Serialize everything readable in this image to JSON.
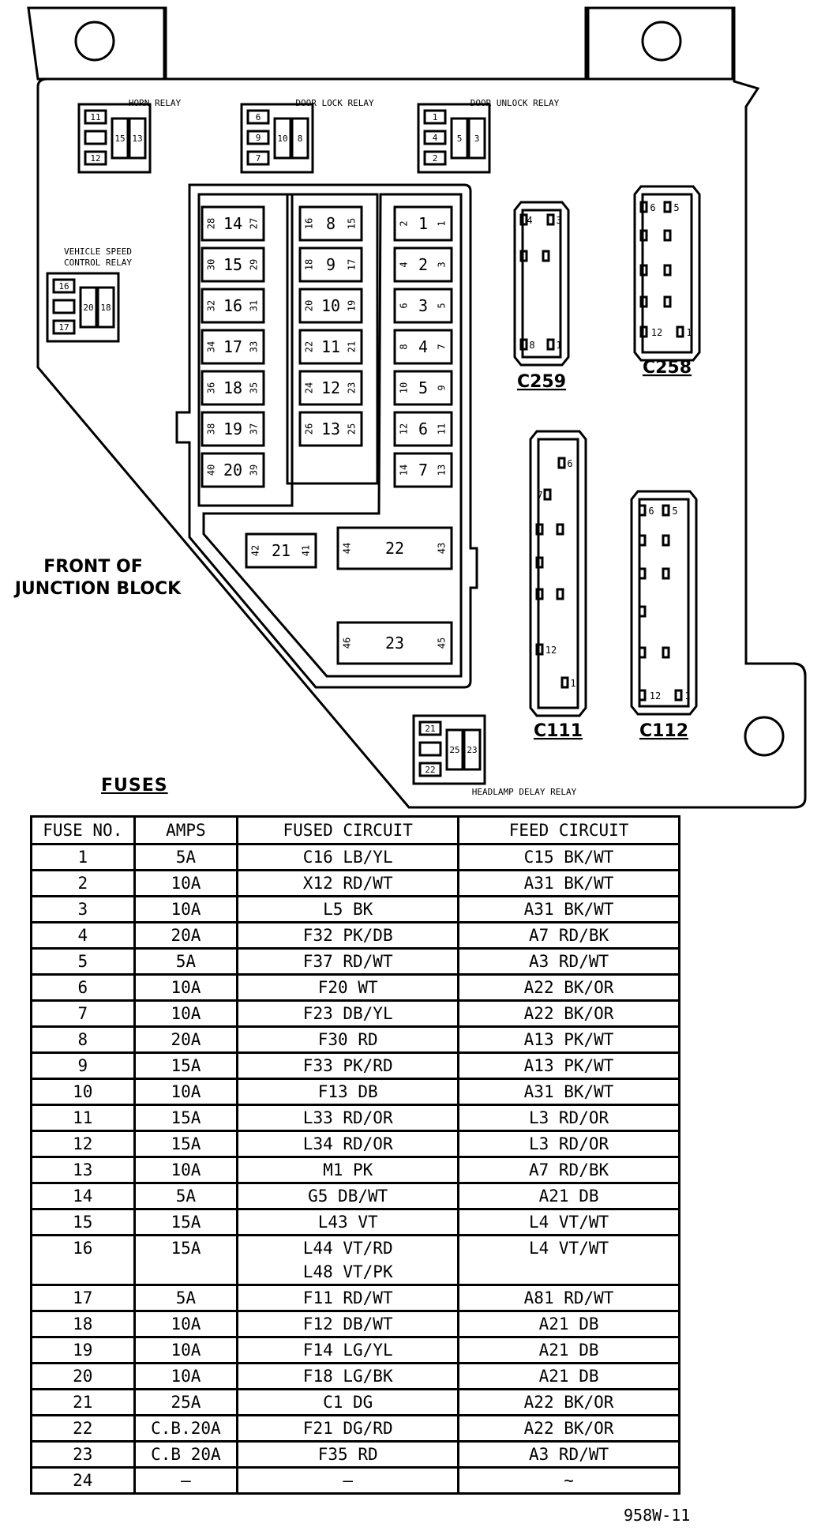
{
  "diagram": {
    "relays": {
      "horn": {
        "label": "HORN RELAY",
        "pins": [
          "11",
          "12",
          "15",
          "13"
        ]
      },
      "door_lock": {
        "label": "DOOR LOCK RELAY",
        "pins": [
          "6",
          "9",
          "7",
          "10",
          "8"
        ]
      },
      "door_unlock": {
        "label": "DOOR UNLOCK RELAY",
        "pins": [
          "1",
          "4",
          "2",
          "5",
          "3"
        ]
      },
      "vehicle_speed_line1": "VEHICLE SPEED",
      "vehicle_speed_line2": "CONTROL RELAY",
      "vehicle_speed_pins": [
        "16",
        "17",
        "20",
        "18"
      ],
      "headlamp_delay": {
        "label": "HEADLAMP DELAY RELAY",
        "pins": [
          "21",
          "22",
          "25",
          "23"
        ]
      }
    },
    "front_label_line1": "FRONT OF",
    "front_label_line2": "JUNCTION BLOCK",
    "fuse_slots": {
      "col1": [
        [
          "28",
          "14",
          "27"
        ],
        [
          "30",
          "15",
          "29"
        ],
        [
          "32",
          "16",
          "31"
        ],
        [
          "34",
          "17",
          "33"
        ],
        [
          "36",
          "18",
          "35"
        ],
        [
          "38",
          "19",
          "37"
        ],
        [
          "40",
          "20",
          "39"
        ]
      ],
      "col2": [
        [
          "16",
          "8",
          "15"
        ],
        [
          "18",
          "9",
          "17"
        ],
        [
          "20",
          "10",
          "19"
        ],
        [
          "22",
          "11",
          "21"
        ],
        [
          "24",
          "12",
          "23"
        ],
        [
          "26",
          "13",
          "25"
        ]
      ],
      "col3": [
        [
          "2",
          "1",
          "1"
        ],
        [
          "4",
          "2",
          "3"
        ],
        [
          "6",
          "3",
          "5"
        ],
        [
          "8",
          "4",
          "7"
        ],
        [
          "10",
          "5",
          "9"
        ],
        [
          "12",
          "6",
          "11"
        ],
        [
          "14",
          "7",
          "13"
        ]
      ],
      "fuse21": [
        "42",
        "21",
        "41"
      ],
      "fuse22": [
        "44",
        "22",
        "43"
      ],
      "fuse23": [
        "46",
        "23",
        "45"
      ]
    },
    "connectors": {
      "c259": {
        "label": "C259",
        "pins": [
          "4",
          "3",
          "8",
          "1"
        ]
      },
      "c258": {
        "label": "C258",
        "pins": [
          "6",
          "5",
          "12",
          "1"
        ]
      },
      "c111": {
        "label": "C111",
        "pins": [
          "6",
          "7",
          "12",
          "1"
        ]
      },
      "c112": {
        "label": "C112",
        "pins": [
          "6",
          "5",
          "12",
          "1"
        ]
      }
    }
  },
  "fuses_heading": "FUSES",
  "table": {
    "headers": [
      "FUSE NO.",
      "AMPS",
      "FUSED CIRCUIT",
      "FEED CIRCUIT"
    ],
    "rows": [
      {
        "no": "1",
        "amps": "5A",
        "fused": [
          "C16  LB/YL"
        ],
        "feed": "C15  BK/WT"
      },
      {
        "no": "2",
        "amps": "10A",
        "fused": [
          "X12  RD/WT"
        ],
        "feed": "A31  BK/WT"
      },
      {
        "no": "3",
        "amps": "10A",
        "fused": [
          "L5  BK"
        ],
        "feed": "A31  BK/WT"
      },
      {
        "no": "4",
        "amps": "20A",
        "fused": [
          "F32  PK/DB"
        ],
        "feed": "A7  RD/BK"
      },
      {
        "no": "5",
        "amps": "5A",
        "fused": [
          "F37  RD/WT"
        ],
        "feed": "A3  RD/WT"
      },
      {
        "no": "6",
        "amps": "10A",
        "fused": [
          "F20  WT"
        ],
        "feed": "A22  BK/OR"
      },
      {
        "no": "7",
        "amps": "10A",
        "fused": [
          "F23  DB/YL"
        ],
        "feed": "A22  BK/OR"
      },
      {
        "no": "8",
        "amps": "20A",
        "fused": [
          "F30  RD"
        ],
        "feed": "A13  PK/WT"
      },
      {
        "no": "9",
        "amps": "15A",
        "fused": [
          "F33  PK/RD"
        ],
        "feed": "A13  PK/WT"
      },
      {
        "no": "10",
        "amps": "10A",
        "fused": [
          "F13  DB"
        ],
        "feed": "A31  BK/WT"
      },
      {
        "no": "11",
        "amps": "15A",
        "fused": [
          "L33  RD/OR"
        ],
        "feed": "L3  RD/OR"
      },
      {
        "no": "12",
        "amps": "15A",
        "fused": [
          "L34  RD/OR"
        ],
        "feed": "L3  RD/OR"
      },
      {
        "no": "13",
        "amps": "10A",
        "fused": [
          "M1  PK"
        ],
        "feed": "A7  RD/BK"
      },
      {
        "no": "14",
        "amps": "5A",
        "fused": [
          "G5  DB/WT"
        ],
        "feed": "A21  DB"
      },
      {
        "no": "15",
        "amps": "15A",
        "fused": [
          "L43  VT"
        ],
        "feed": "L4  VT/WT"
      },
      {
        "no": "16",
        "amps": "15A",
        "fused": [
          "L44  VT/RD",
          "L48  VT/PK"
        ],
        "feed": "L4  VT/WT"
      },
      {
        "no": "17",
        "amps": "5A",
        "fused": [
          "F11  RD/WT"
        ],
        "feed": "A81  RD/WT"
      },
      {
        "no": "18",
        "amps": "10A",
        "fused": [
          "F12  DB/WT"
        ],
        "feed": "A21  DB"
      },
      {
        "no": "19",
        "amps": "10A",
        "fused": [
          "F14  LG/YL"
        ],
        "feed": "A21  DB"
      },
      {
        "no": "20",
        "amps": "10A",
        "fused": [
          "F18  LG/BK"
        ],
        "feed": "A21  DB"
      },
      {
        "no": "21",
        "amps": "25A",
        "fused": [
          "C1  DG"
        ],
        "feed": "A22  BK/OR"
      },
      {
        "no": "22",
        "amps": "C.B.20A",
        "fused": [
          "F21  DG/RD"
        ],
        "feed": "A22  BK/OR"
      },
      {
        "no": "23",
        "amps": "C.B 20A",
        "fused": [
          "F35  RD"
        ],
        "feed": "A3  RD/WT"
      },
      {
        "no": "24",
        "amps": "–",
        "fused": [
          "–"
        ],
        "feed": "~"
      }
    ]
  },
  "figure_code": "958W-11"
}
